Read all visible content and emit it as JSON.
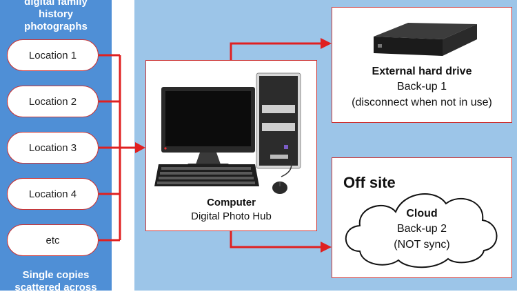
{
  "left_panel": {
    "title_lines": [
      "digital family",
      "history",
      "photographs"
    ],
    "footer_lines": [
      "Single copies",
      "scattered across"
    ],
    "locations": [
      "Location 1",
      "Location 2",
      "Location 3",
      "Location 4",
      "etc"
    ]
  },
  "computer": {
    "title": "Computer",
    "subtitle": "Digital Photo Hub"
  },
  "hard_drive": {
    "title": "External hard drive",
    "line1": "Back-up 1",
    "line2": "(disconnect when not in use)"
  },
  "offsite": {
    "heading": "Off site",
    "title": "Cloud",
    "line1": "Back-up 2",
    "line2": "(NOT sync)"
  },
  "colors": {
    "left_panel": "#4f8fd6",
    "right_background": "#9cc5e8",
    "arrow": "#e02020"
  }
}
